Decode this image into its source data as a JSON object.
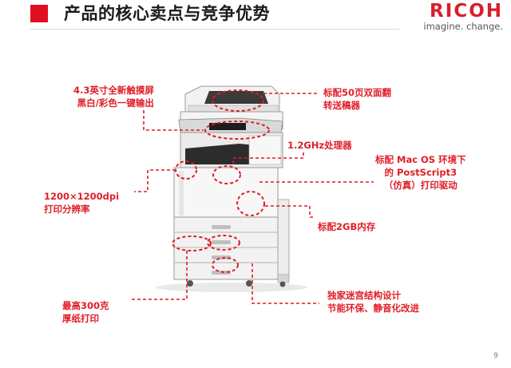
{
  "header": {
    "title": "产品的核心卖点与竞争优势",
    "logo_text": "RICOH",
    "logo_tagline": "imagine. change."
  },
  "callouts": {
    "touchscreen": [
      "4.3英寸全新触摸屏",
      "黑白/彩色一键输出"
    ],
    "adf": [
      "标配50页双面翻",
      "转送稿器"
    ],
    "cpu": [
      "1.2GHz处理器"
    ],
    "postscript": [
      "标配 Mac OS 环境下",
      "的 PostScript3",
      "（仿真）打印驱动"
    ],
    "resolution": [
      "1200×1200dpi",
      "打印分辨率"
    ],
    "memory": [
      "标配2GB内存"
    ],
    "maze": [
      "独家迷宫结构设计",
      "节能环保、静音化改进"
    ],
    "thick_paper": [
      "最高300克",
      "厚纸打印"
    ]
  },
  "page_number": "9",
  "colors": {
    "accent_red": "#e11d26",
    "brand_red": "#d81e2a"
  }
}
